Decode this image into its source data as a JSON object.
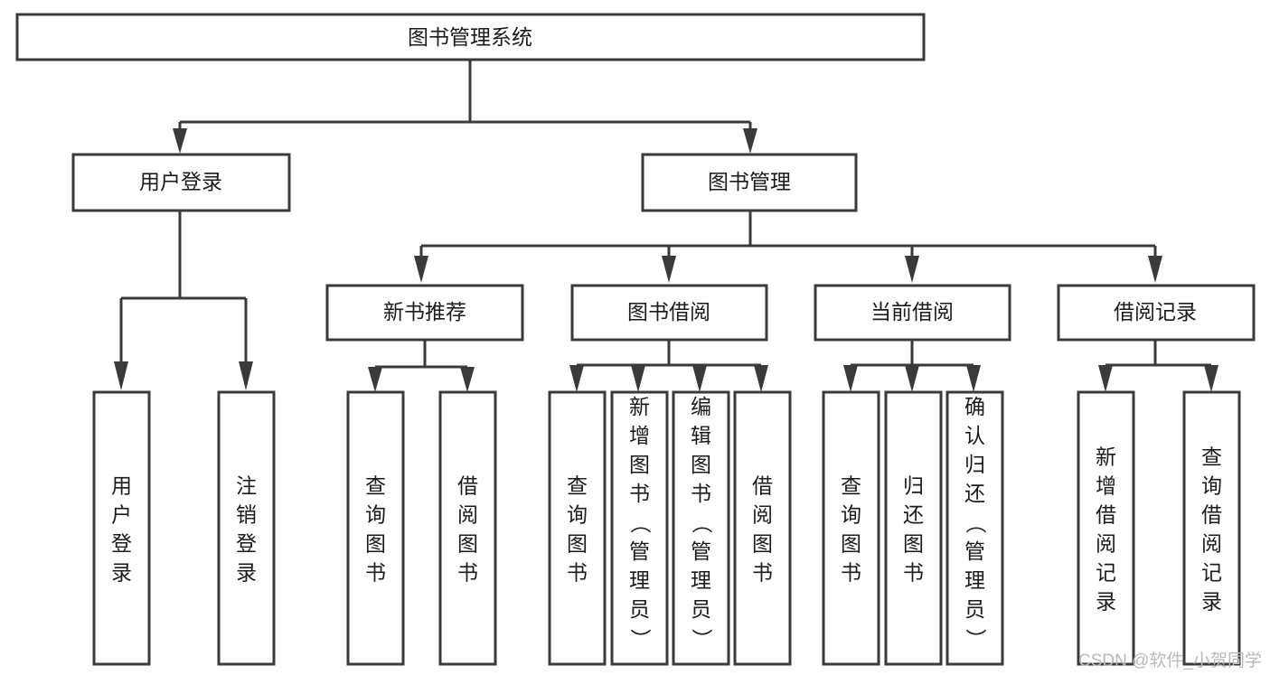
{
  "diagram": {
    "title": "图书管理系统",
    "type": "tree-hierarchy-chart",
    "root": {
      "id": "root",
      "label": "图书管理系统"
    },
    "level2": [
      {
        "id": "user-login",
        "label": "用户登录"
      },
      {
        "id": "book-manage",
        "label": "图书管理"
      }
    ],
    "level3": [
      {
        "id": "new-book-recommend",
        "label": "新书推荐"
      },
      {
        "id": "book-borrow",
        "label": "图书借阅"
      },
      {
        "id": "current-borrow",
        "label": "当前借阅"
      },
      {
        "id": "borrow-record",
        "label": "借阅记录"
      }
    ],
    "leaves": {
      "user_login": [
        {
          "id": "leaf-user-login",
          "label": "用户登录"
        },
        {
          "id": "leaf-logout-login",
          "label": "注销登录"
        }
      ],
      "new_book_recommend": [
        {
          "id": "leaf-query-book-1",
          "label": "查询图书"
        },
        {
          "id": "leaf-borrow-book-1",
          "label": "借阅图书"
        }
      ],
      "book_borrow": [
        {
          "id": "leaf-query-book-2",
          "label": "查询图书"
        },
        {
          "id": "leaf-add-book",
          "label": "新增图书（管理员）"
        },
        {
          "id": "leaf-edit-book",
          "label": "编辑图书（管理员）"
        },
        {
          "id": "leaf-borrow-book-2",
          "label": "借阅图书"
        }
      ],
      "current_borrow": [
        {
          "id": "leaf-query-book-3",
          "label": "查询图书"
        },
        {
          "id": "leaf-return-book",
          "label": "归还图书"
        },
        {
          "id": "leaf-confirm-return",
          "label": "确认归还（管理员）"
        }
      ],
      "borrow_record": [
        {
          "id": "leaf-add-record",
          "label": "新增借阅记录"
        },
        {
          "id": "leaf-query-record",
          "label": "查询借阅记录"
        }
      ]
    }
  },
  "watermark": {
    "text": "CSDN @软件_小贺同学"
  },
  "colors": {
    "background": "#ffffff",
    "box_fill": "#ffffff",
    "box_stroke": "#3a3a3a",
    "text": "#1b1b1b",
    "watermark": "#b9b9b9"
  }
}
